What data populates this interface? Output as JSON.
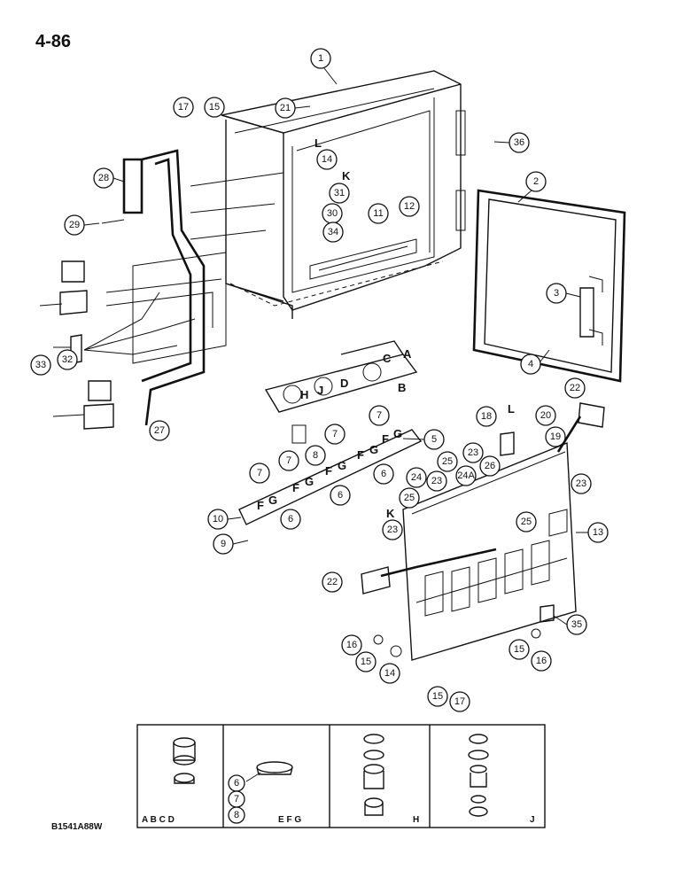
{
  "page": {
    "number": "4-86",
    "drawing_code": "B1541A88W"
  },
  "callouts": [
    "1",
    "2",
    "3",
    "4",
    "5",
    "6",
    "6",
    "6",
    "7",
    "7",
    "7",
    "7",
    "8",
    "9",
    "10",
    "11",
    "12",
    "13",
    "14",
    "14",
    "15",
    "15",
    "15",
    "15",
    "16",
    "16",
    "17",
    "17",
    "18",
    "19",
    "20",
    "21",
    "22",
    "22",
    "23",
    "23",
    "23",
    "23",
    "24",
    "24A",
    "25",
    "25",
    "25",
    "26",
    "27",
    "28",
    "29",
    "30",
    "31",
    "32",
    "33",
    "34",
    "35",
    "36"
  ],
  "letters": [
    "K",
    "L",
    "L",
    "K",
    "H",
    "J",
    "D",
    "B",
    "C",
    "A",
    "F",
    "G",
    "F",
    "G",
    "F",
    "G",
    "F",
    "G",
    "F",
    "G"
  ],
  "detail_panels": [
    {
      "label": "A B C D"
    },
    {
      "label": "E F G",
      "callouts": [
        "6",
        "7",
        "8"
      ]
    },
    {
      "label": "H"
    },
    {
      "label": "J"
    }
  ]
}
